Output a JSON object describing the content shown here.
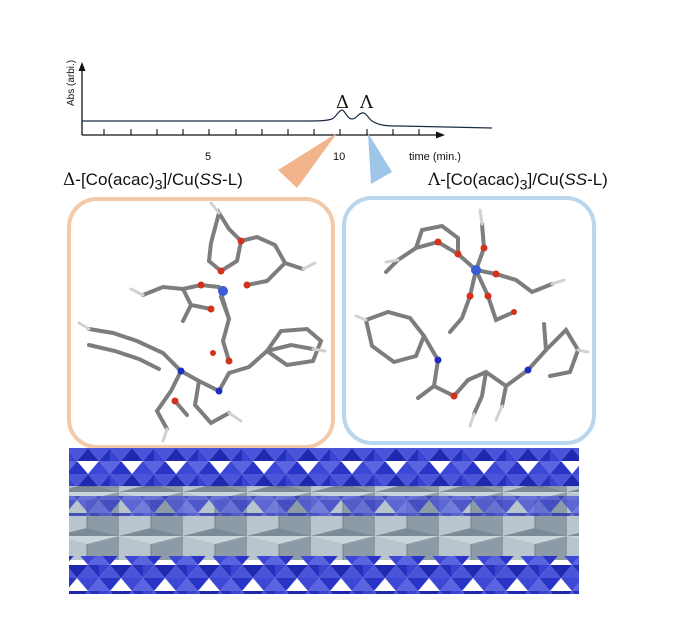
{
  "chromatogram": {
    "y_axis_label": "Abs (arbi.)",
    "x_axis_label": "time (min.)",
    "tick_labels": [
      "5",
      "10"
    ],
    "peak_labels": [
      "Δ",
      "Λ"
    ]
  },
  "captions": {
    "left": {
      "prefix": "Δ",
      "text_before": "-[Co(acac)",
      "sub": "3",
      "text_mid": "]/Cu(",
      "italic": "SS",
      "text_after": "-L)"
    },
    "right": {
      "prefix": "Λ",
      "text_before": "-[Co(acac)",
      "sub": "3",
      "text_mid": "]/Cu(",
      "italic": "SS",
      "text_after": "-L)"
    }
  },
  "colors": {
    "delta_accent": "#f2b48a",
    "lambda_accent": "#9fc6e8",
    "chromatogram_line": "#1b2b45",
    "polyhedra_blue": "#2a35c8",
    "polyhedra_grey": "#9aaab4",
    "cobalt_atom": "#3c5bd6",
    "oxygen_atom": "#d2321e",
    "nitrogen_atom": "#1e2fbf",
    "carbon_bond": "#8a8a8a"
  }
}
